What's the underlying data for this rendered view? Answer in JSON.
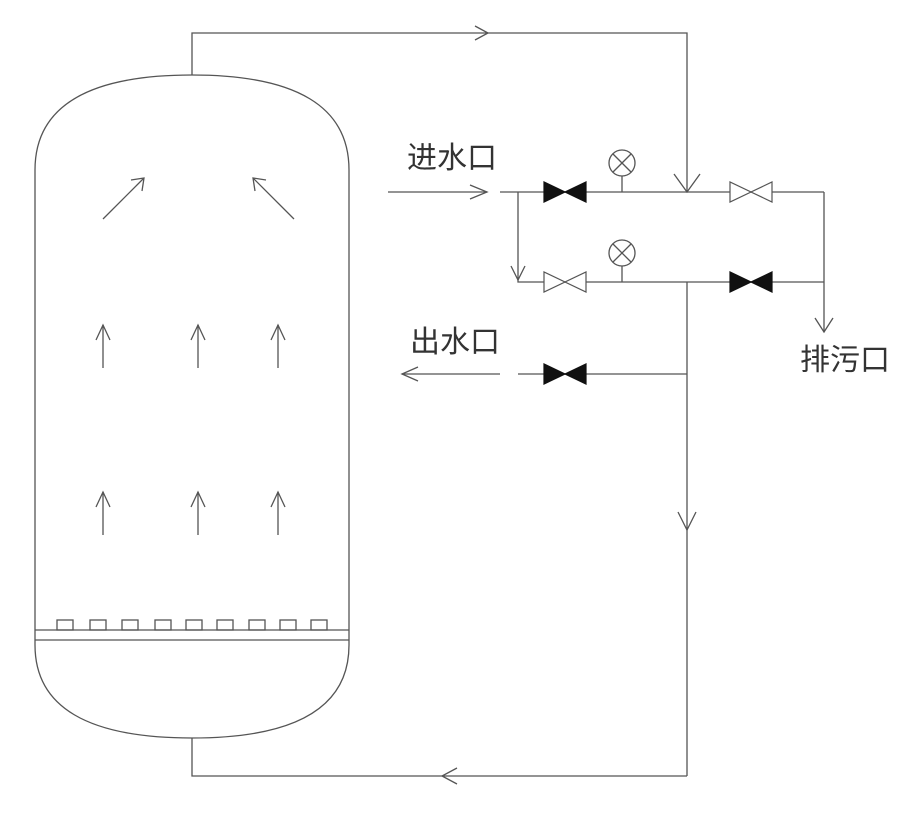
{
  "labels": {
    "inlet": "进水口",
    "outlet": "出水口",
    "drain": "排污口"
  },
  "colors": {
    "line": "#555555",
    "text": "#333333",
    "valve_closed": "#111111",
    "valve_open": "#ffffff"
  },
  "icons": {
    "flow_arrow": "arrow-icon",
    "pressure_gauge": "gauge-icon",
    "valve": "valve-icon"
  }
}
